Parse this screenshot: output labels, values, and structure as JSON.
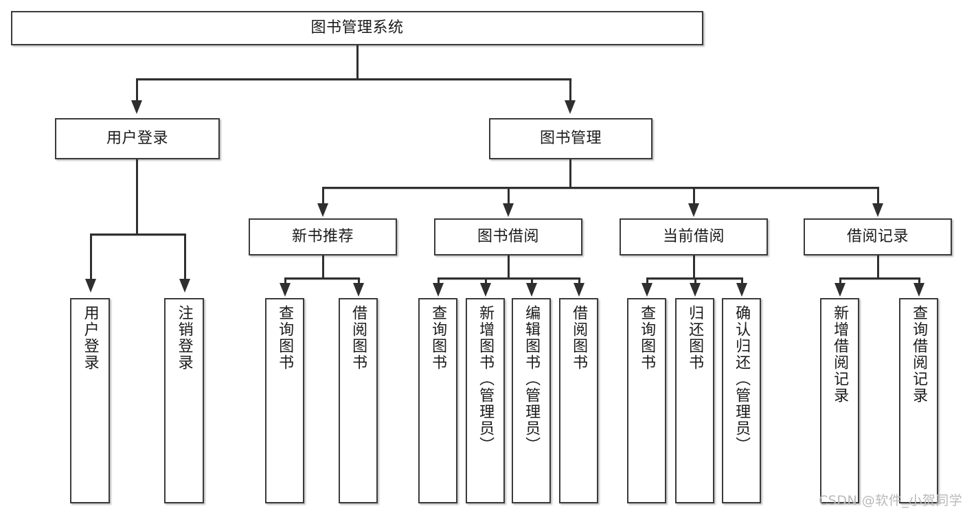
{
  "diagram": {
    "title": "图书管理系统",
    "type": "tree-hierarchy",
    "root": {
      "label": "图书管理系统"
    },
    "level2": [
      {
        "label": "用户登录"
      },
      {
        "label": "图书管理"
      }
    ],
    "level3": [
      {
        "label": "新书推荐"
      },
      {
        "label": "图书借阅"
      },
      {
        "label": "当前借阅"
      },
      {
        "label": "借阅记录"
      }
    ],
    "leaves": {
      "user_login": [
        {
          "label": "用户登录"
        },
        {
          "label": "注销登录"
        }
      ],
      "new_book_recommend": [
        {
          "label": "查询图书"
        },
        {
          "label": "借阅图书"
        }
      ],
      "book_borrow": [
        {
          "label": "查询图书"
        },
        {
          "label": "新增图书（管理员）"
        },
        {
          "label": "编辑图书（管理员）"
        },
        {
          "label": "借阅图书"
        }
      ],
      "current_borrow": [
        {
          "label": "查询图书"
        },
        {
          "label": "归还图书"
        },
        {
          "label": "确认归还（管理员）"
        }
      ],
      "borrow_record": [
        {
          "label": "新增借阅记录"
        },
        {
          "label": "查询借阅记录"
        }
      ]
    }
  },
  "watermark": {
    "text": "CSDN @软件_小贺同学"
  },
  "colors": {
    "border": "#3a3a3a",
    "line": "#2f2f2f",
    "background": "#ffffff",
    "text": "#1a1a1a",
    "watermark": "#b9b9b9"
  }
}
